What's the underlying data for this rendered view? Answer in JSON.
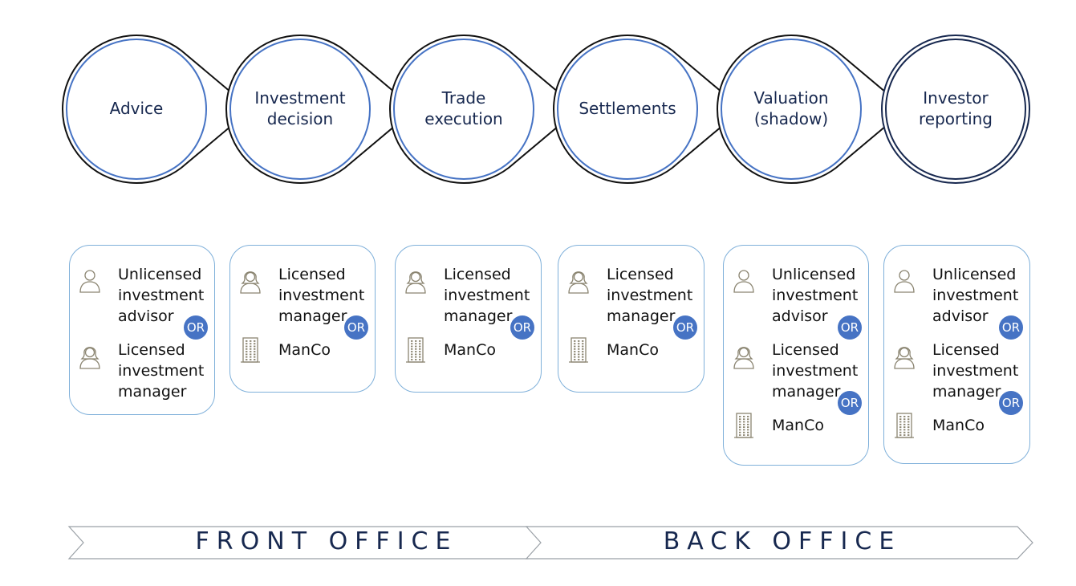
{
  "colors": {
    "text_dark_blue": "#17284f",
    "circle_inner_stroke": "#4673c4",
    "circle_outer_stroke": "#111111",
    "card_border": "#7fb0da",
    "or_badge": "#4673c4",
    "office_arrow_stroke": "#9aa0a6",
    "icon_stroke": "#8a8470"
  },
  "steps": [
    {
      "lines": [
        "Advice"
      ]
    },
    {
      "lines": [
        "Investment",
        "decision"
      ]
    },
    {
      "lines": [
        "Trade",
        "execution"
      ]
    },
    {
      "lines": [
        "Settlements"
      ]
    },
    {
      "lines": [
        "Valuation",
        "(shadow)"
      ]
    },
    {
      "lines": [
        "Investor",
        "reporting"
      ]
    }
  ],
  "or_label": "OR",
  "cards": [
    {
      "roles": [
        {
          "icon": "person-icon",
          "lines": [
            "Unlicensed",
            "investment",
            "advisor"
          ]
        },
        {
          "icon": "woman-icon",
          "lines": [
            "Licensed",
            "investment",
            "manager"
          ]
        }
      ]
    },
    {
      "roles": [
        {
          "icon": "woman-icon",
          "lines": [
            "Licensed",
            "investment",
            "manager"
          ]
        },
        {
          "icon": "building-icon",
          "lines": [
            "ManCo"
          ]
        }
      ]
    },
    {
      "roles": [
        {
          "icon": "woman-icon",
          "lines": [
            "Licensed",
            "investment",
            "manager"
          ]
        },
        {
          "icon": "building-icon",
          "lines": [
            "ManCo"
          ]
        }
      ]
    },
    {
      "roles": [
        {
          "icon": "woman-icon",
          "lines": [
            "Licensed",
            "investment",
            "manager"
          ]
        },
        {
          "icon": "building-icon",
          "lines": [
            "ManCo"
          ]
        }
      ]
    },
    {
      "roles": [
        {
          "icon": "person-icon",
          "lines": [
            "Unlicensed",
            "investment",
            "advisor"
          ]
        },
        {
          "icon": "woman-icon",
          "lines": [
            "Licensed",
            "investment",
            "manager"
          ]
        },
        {
          "icon": "building-icon",
          "lines": [
            "ManCo"
          ]
        }
      ]
    },
    {
      "roles": [
        {
          "icon": "person-icon",
          "lines": [
            "Unlicensed",
            "investment",
            "advisor"
          ]
        },
        {
          "icon": "woman-icon",
          "lines": [
            "Licensed",
            "investment",
            "manager"
          ]
        },
        {
          "icon": "building-icon",
          "lines": [
            "ManCo"
          ]
        }
      ]
    }
  ],
  "offices": [
    {
      "label": "FRONT OFFICE"
    },
    {
      "label": "BACK OFFICE"
    }
  ]
}
